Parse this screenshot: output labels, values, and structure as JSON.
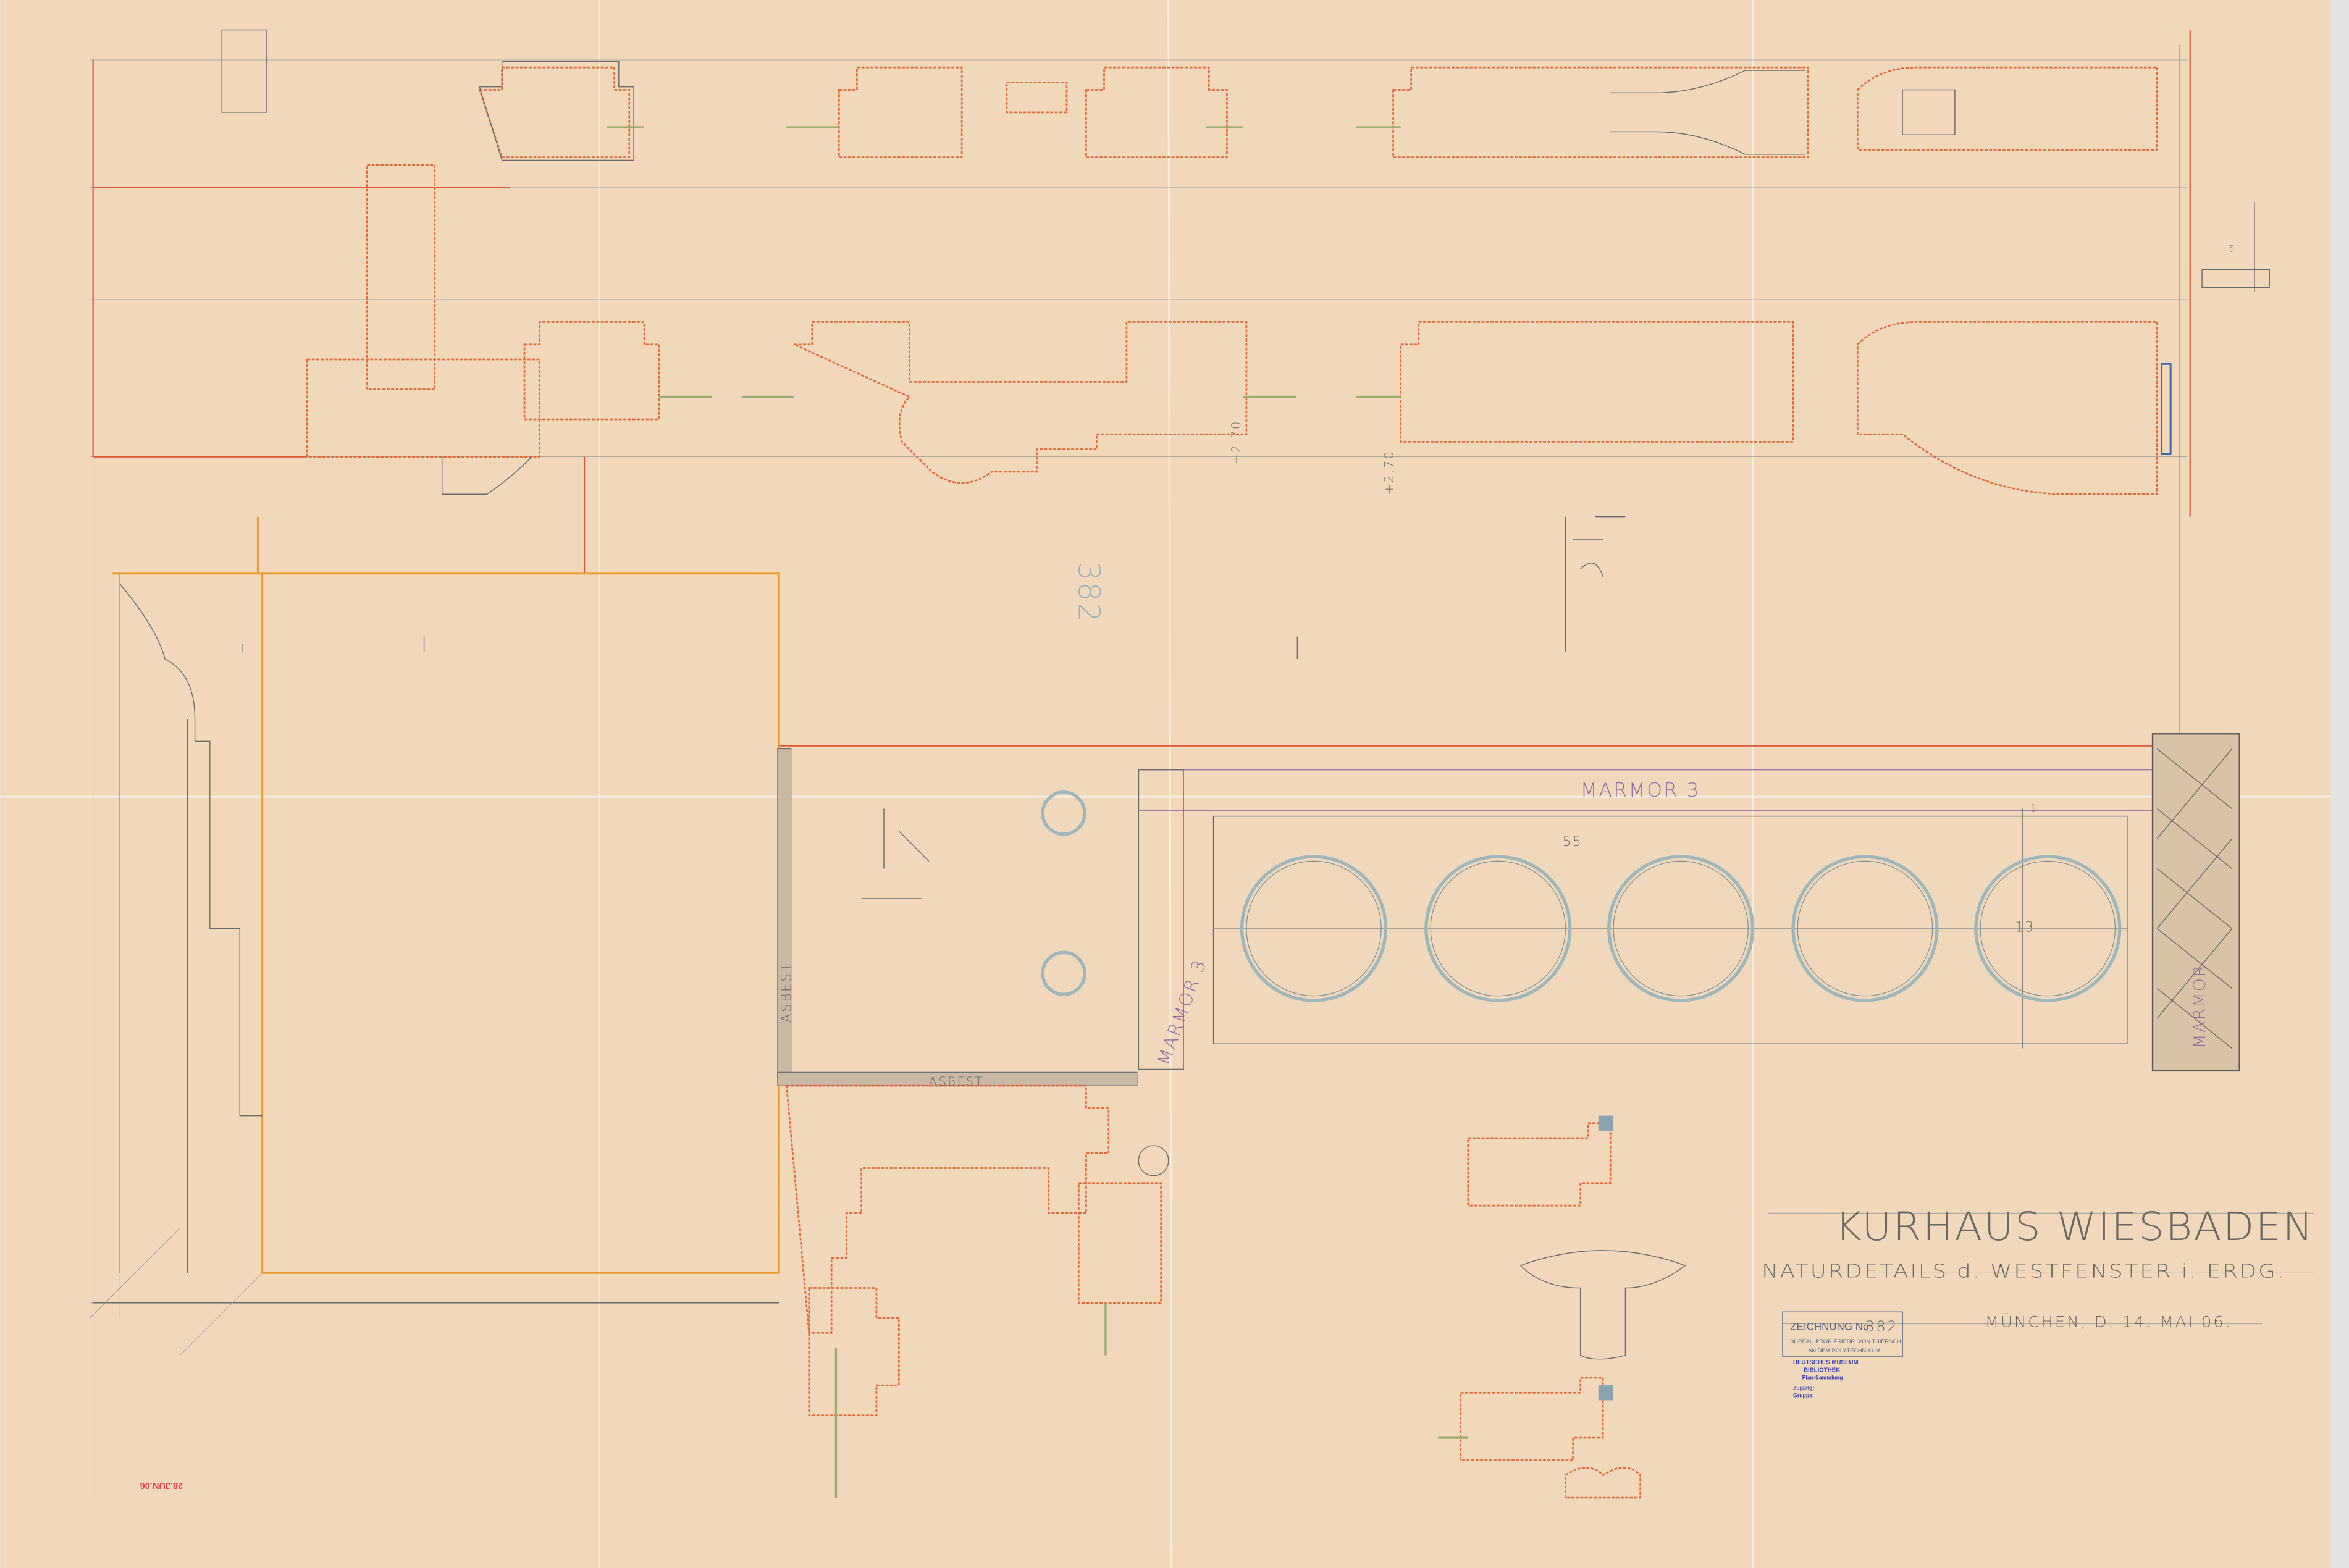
{
  "title_block": {
    "title": "KURHAUS WIESBADEN",
    "subtitle": "NATURDETAILS d. WESTFENSTER i. ERDG.",
    "place_date": "MÜNCHEN, D. 14. MAI 06."
  },
  "drawing_stamp": {
    "label": "ZEICHNUNG No",
    "number": "382",
    "line1": "BUREAU PROF. FRIEDR. VON THIERSCH",
    "line2": "AN DEM POLYTECHNIKUM."
  },
  "museum_stamp": {
    "line1": "DEUTSCHES MUSEUM",
    "line2": "BIBLIOTHEK",
    "line3": "Plan-Sammlung",
    "line4": "Zugang:",
    "line5": "Gruppe:"
  },
  "received_stamp": "28.JUN.06",
  "annotations": {
    "marmor_top": "MARMOR 3",
    "marmor_left": "MARMOR 3",
    "marmor_right": "MARMOR",
    "asbest_vertical": "ASBEST",
    "asbest_horizontal": "ASBEST",
    "dim_55": "55",
    "dim_13": "13",
    "dim_1": "1",
    "level_1": "+2,70",
    "level_2": "+2,70",
    "pencil_number": "382",
    "dim_5": "5"
  },
  "colors": {
    "paper": "#f1d8bb",
    "red_pencil": "#e0553a",
    "orange_pencil": "#e89a2c",
    "blue_pencil": "#9fb6bb",
    "stamp_blue": "#3b3fb0"
  }
}
